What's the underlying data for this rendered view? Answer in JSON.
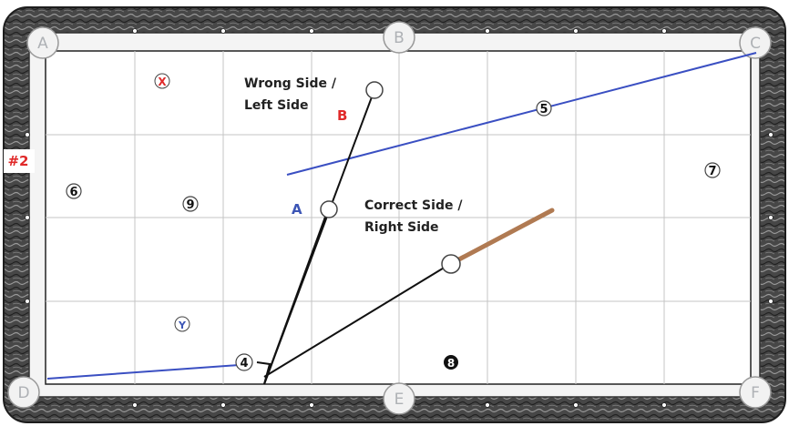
{
  "table": {
    "pockets": {
      "A": "A",
      "B": "B",
      "C": "C",
      "D": "D",
      "E": "E",
      "F": "F"
    },
    "side_label": "#2"
  },
  "balls": {
    "x": "X",
    "y": "Y",
    "four": "4",
    "five": "5",
    "six": "6",
    "seven": "7",
    "eight": "8",
    "nine": "9"
  },
  "annotations": {
    "wrong_side_line1": "Wrong Side /",
    "wrong_side_line2": "Left Side",
    "point_b": "B",
    "point_a": "A",
    "correct_side_line1": "Correct Side /",
    "correct_side_line2": "Right Side"
  },
  "colors": {
    "felt": "#ffffff",
    "rail": "#3b3b3b",
    "aim_line": "#3a4fc2",
    "cue_stick": "#b07a52",
    "label_red": "#e02a2a",
    "label_blue": "#3c55b5"
  }
}
